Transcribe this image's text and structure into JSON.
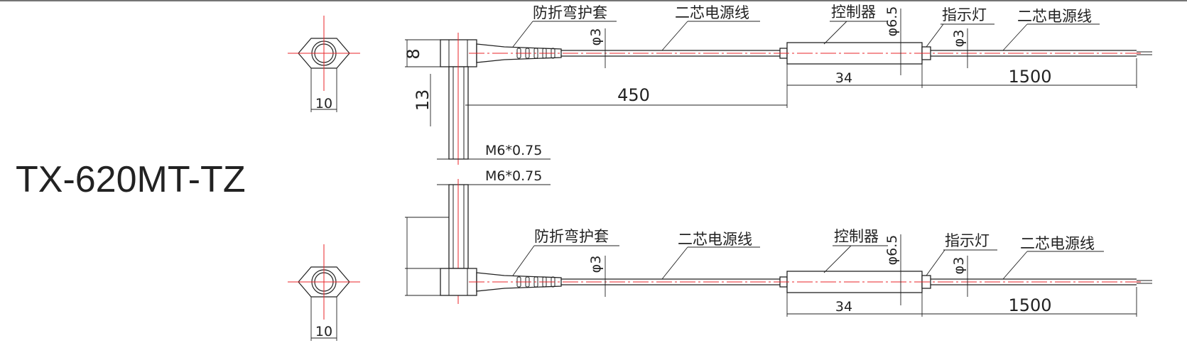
{
  "model": "TX-620MT-TZ",
  "labels": {
    "boot": "防折弯护套",
    "cable": "二芯电源线",
    "controller": "控制器",
    "indicator": "指示灯"
  },
  "dims": {
    "hex_width": "10",
    "head_height": "8",
    "thread_length": "13",
    "cable_length": "450",
    "controller_length": "34",
    "tail_length": "1500",
    "cable_dia": "φ3",
    "controller_dia": "φ6.5",
    "thread": "M6*0.75"
  }
}
